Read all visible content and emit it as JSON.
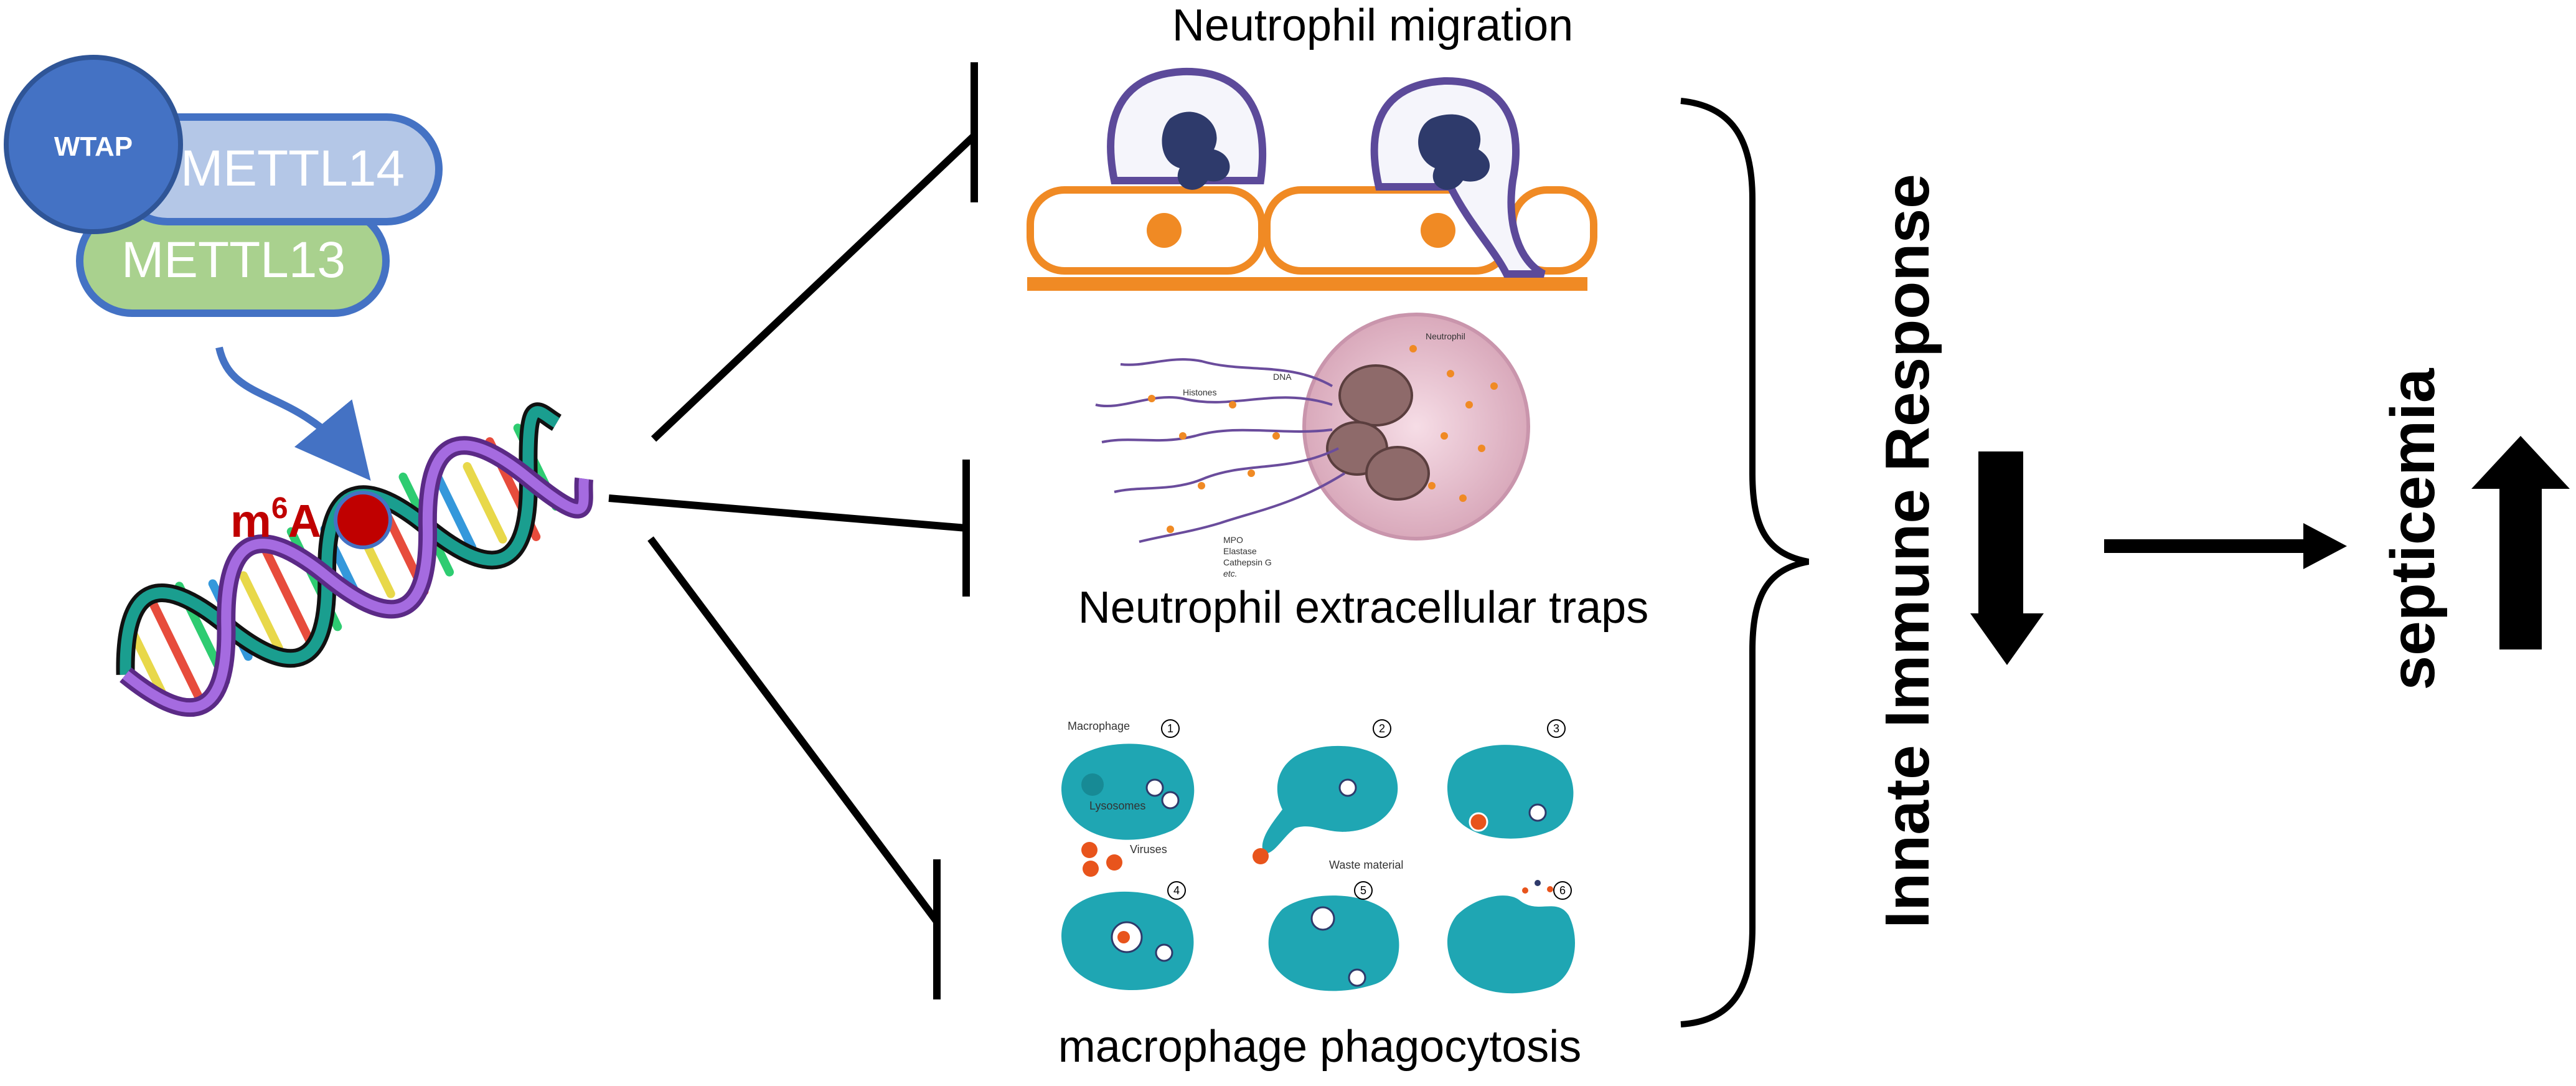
{
  "complex": {
    "wtap": "WTAP",
    "mettl14": "METTL14",
    "mettl13": "METTL13"
  },
  "modification": {
    "base": "m",
    "superscript": "6",
    "suffix": "A"
  },
  "panels": {
    "migration": {
      "title": "Neutrophil migration"
    },
    "nets": {
      "title": "Neutrophil extracellular traps",
      "labels": {
        "neutrophil": "Neutrophil",
        "dna": "DNA",
        "histones": "Histones",
        "mpo": "MPO",
        "elastase": "Elastase",
        "cathepsin": "Cathepsin G",
        "etc": "etc."
      }
    },
    "phagocytosis": {
      "title": "macrophage phagocytosis",
      "labels": {
        "macrophage": "Macrophage",
        "lysosomes": "Lysosomes",
        "viruses": "Viruses",
        "waste": "Waste material"
      },
      "steps": [
        "1",
        "2",
        "3",
        "4",
        "5",
        "6"
      ]
    }
  },
  "outcomes": {
    "immune": "Innate Immune Response",
    "septicemia": "septicemia"
  },
  "colors": {
    "wtap": "#4472C4",
    "mettl14": "#B4C7E7",
    "mettl13": "#A9D18E",
    "complex_border": "#4472C4",
    "m6a_text": "#C00000",
    "m6a_dot": "#C00000",
    "macrophage": "#1FA6B3",
    "endothelium": "#F08A24",
    "neutrophil_nucleus": "#2E3A6B",
    "net_cell": "#E8C3CF"
  }
}
